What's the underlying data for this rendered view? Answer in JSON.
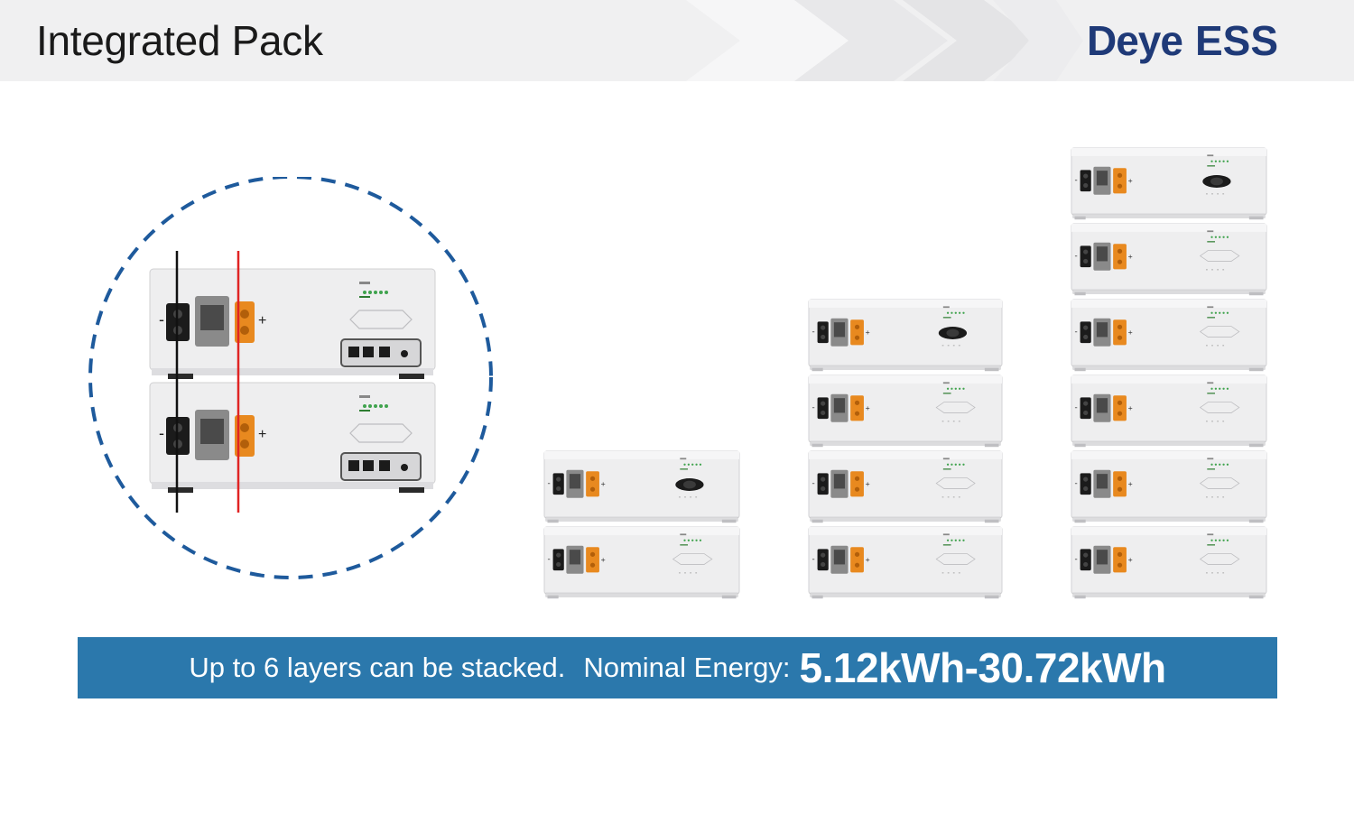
{
  "header": {
    "title": "Integrated Pack",
    "logo": {
      "brand": "Deye",
      "suffix": "ESS"
    }
  },
  "banner": {
    "text_main": "Up to 6 layers can be stacked.",
    "text_label": "Nominal Energy:",
    "text_value": "5.12kWh-30.72kWh"
  },
  "diagram": {
    "detail_modules": 2,
    "stacks": [
      {
        "layers": 2
      },
      {
        "layers": 4
      },
      {
        "layers": 6
      }
    ],
    "cable_colors": {
      "negative": "#111111",
      "positive": "#e02424"
    },
    "accent": "#1e5a9c",
    "terminal_color": "#e8891f",
    "connector_gray": "#8a8a8a",
    "polarity_minus": "-",
    "polarity_plus": "+"
  },
  "colors": {
    "banner_bg": "#2b78ac",
    "brand": "#1f3a78",
    "header_bg": "#f0f0f1"
  }
}
